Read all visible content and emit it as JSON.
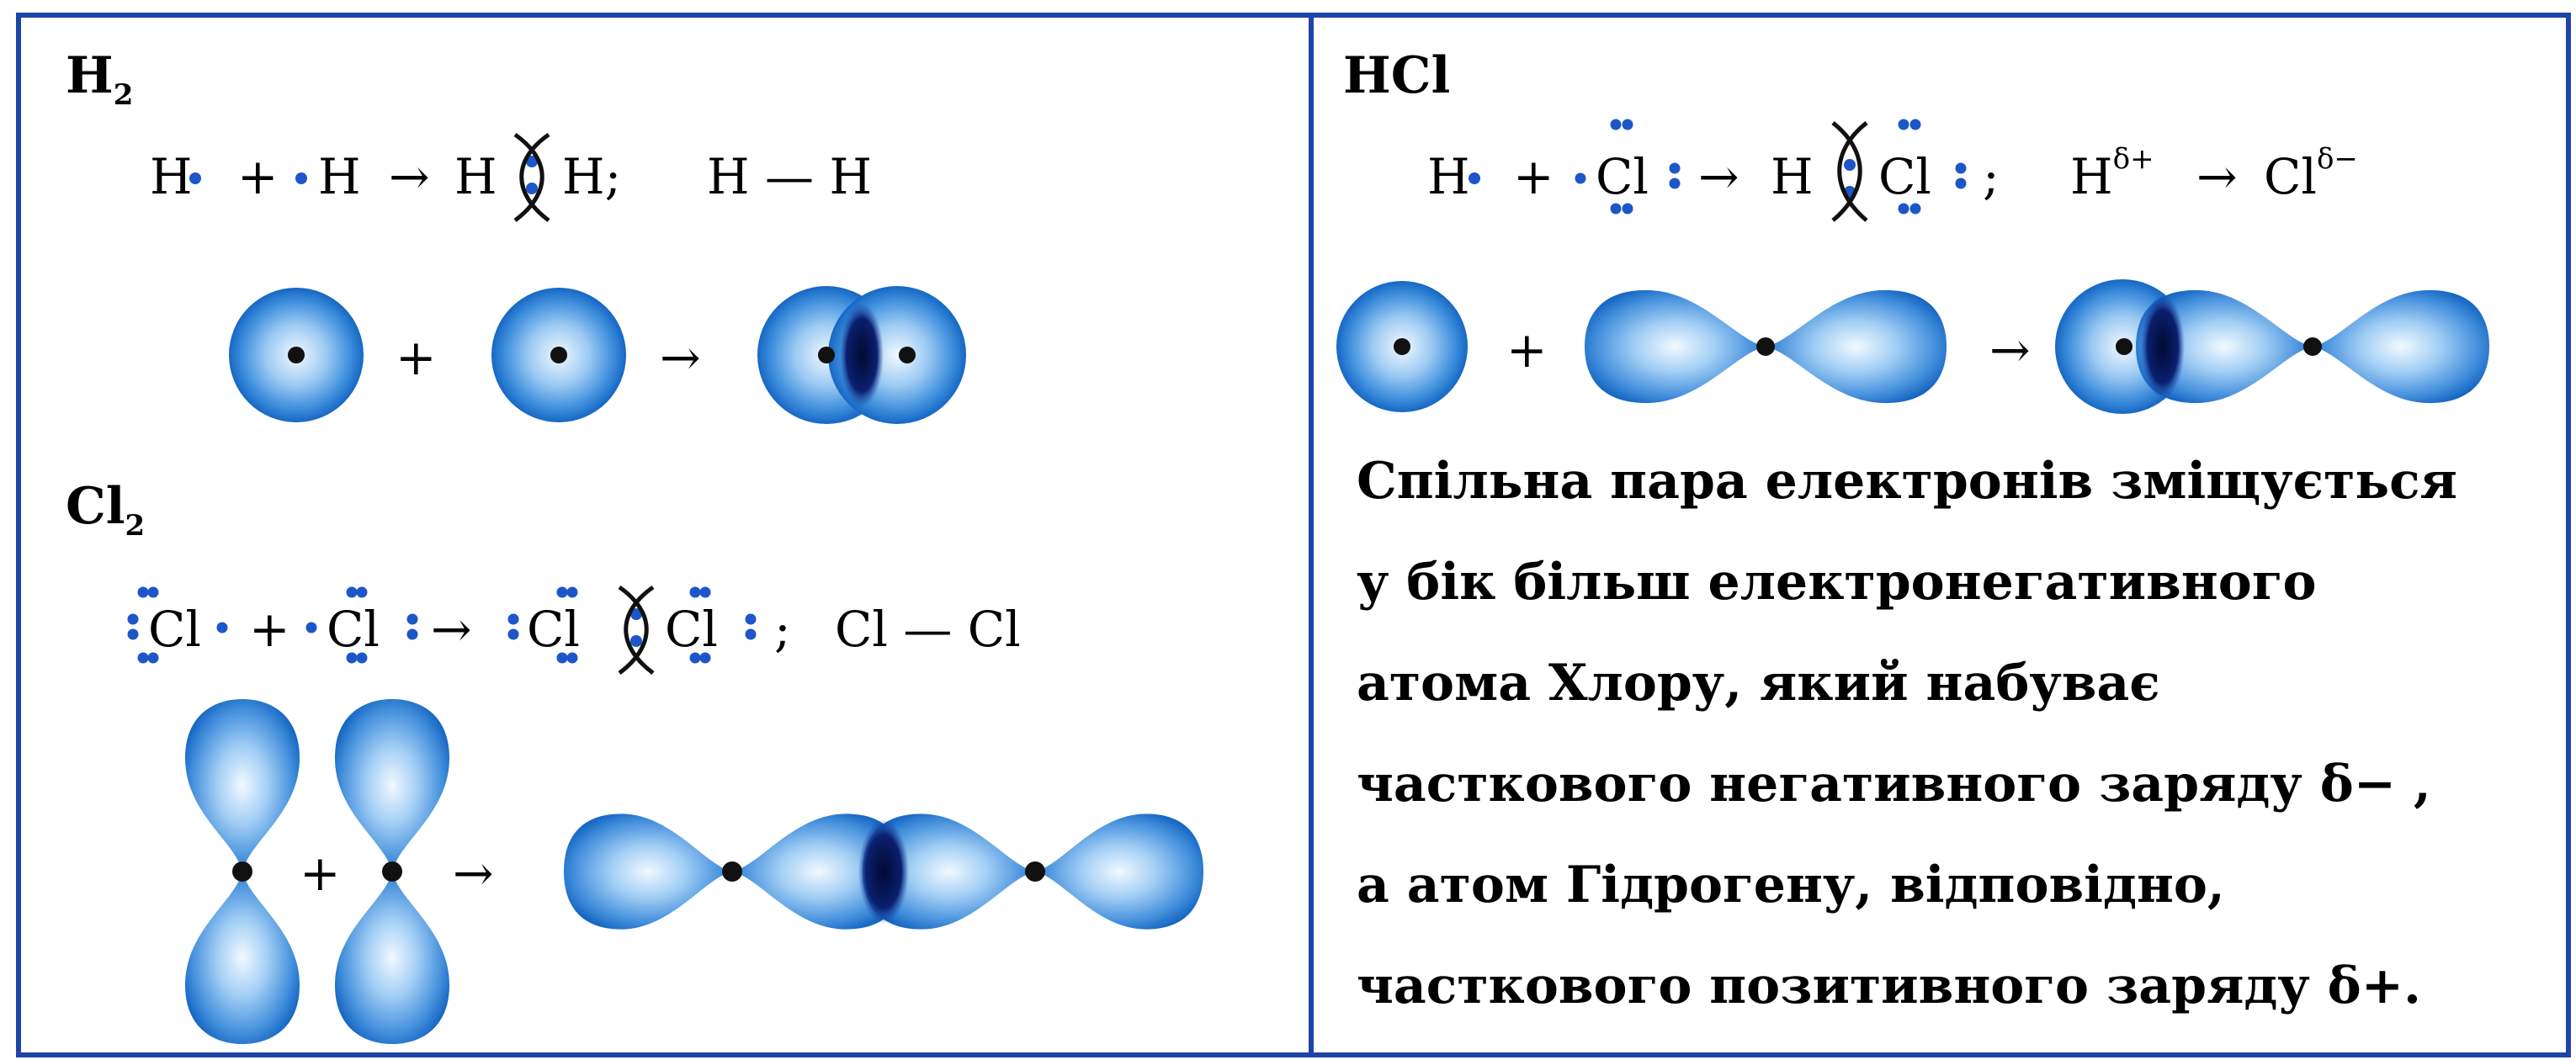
{
  "h2_panel": {
    "title_main": "H",
    "title_sub": "2",
    "eq": {
      "t1": "H",
      "plus": "+",
      "t2": "H",
      "arrow": "→",
      "prod_left": "H",
      "prod_right": "H;",
      "struct": "H — H"
    },
    "orbital_plus": "+",
    "orbital_arrow": "→"
  },
  "cl2_panel": {
    "title_main": "Cl",
    "title_sub": "2",
    "eq": {
      "t1": "Cl",
      "plus": "+",
      "t2": "Cl",
      "arrow": "→",
      "prod_left": "Cl",
      "prod_right": "Cl",
      "semicolon": ";",
      "struct": "Cl — Cl"
    },
    "orbital_plus": "+",
    "orbital_arrow": "→"
  },
  "hcl_panel": {
    "title": "HCl",
    "eq": {
      "t1": "H",
      "plus": "+",
      "t2": "Cl",
      "arrow": "→",
      "prod_h": "H",
      "prod_cl": "Cl",
      "semicolon": ";",
      "polar_h": "H",
      "polar_h_sup": "δ+",
      "polar_arrow": "→",
      "polar_cl": "Cl",
      "polar_cl_sup": "δ−"
    },
    "orbital_plus": "+",
    "orbital_arrow": "→",
    "explanation": [
      "Спільна пара електронів зміщується",
      "у бік більш електронегативного",
      "атома Хлору, який набуває",
      "часткового негативного заряду δ− ,",
      "а атом Гідрогену, відповідно,",
      "часткового позитивного заряду δ+."
    ]
  },
  "colors": {
    "border": "#1f44a8",
    "orbital_light": "#e8f4ff",
    "orbital_mid": "#5aa7ea",
    "orbital_dark": "#0f5fbf",
    "electron_dot": "#1d56c8",
    "overlap": "#061652"
  }
}
